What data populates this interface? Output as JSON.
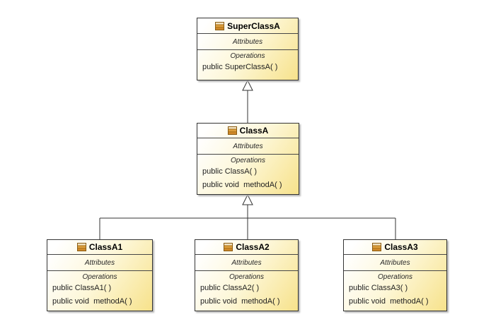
{
  "diagram_type": "uml-class-diagram",
  "classes": [
    {
      "name": "SuperClassA",
      "attributes_label": "Attributes",
      "operations_label": "Operations",
      "attributes": [],
      "operations": [
        "public SuperClassA( )"
      ]
    },
    {
      "name": "ClassA",
      "attributes_label": "Attributes",
      "operations_label": "Operations",
      "attributes": [],
      "operations": [
        "public ClassA( )",
        "public void  methodA( )"
      ]
    },
    {
      "name": "ClassA1",
      "attributes_label": "Attributes",
      "operations_label": "Operations",
      "attributes": [],
      "operations": [
        "public ClassA1( )",
        "public void  methodA( )"
      ]
    },
    {
      "name": "ClassA2",
      "attributes_label": "Attributes",
      "operations_label": "Operations",
      "attributes": [],
      "operations": [
        "public ClassA2( )",
        "public void  methodA( )"
      ]
    },
    {
      "name": "ClassA3",
      "attributes_label": "Attributes",
      "operations_label": "Operations",
      "attributes": [],
      "operations": [
        "public ClassA3( )",
        "public void  methodA( )"
      ]
    }
  ],
  "relations": [
    {
      "type": "generalization",
      "from": "ClassA",
      "to": "SuperClassA"
    },
    {
      "type": "generalization",
      "from": "ClassA1",
      "to": "ClassA"
    },
    {
      "type": "generalization",
      "from": "ClassA2",
      "to": "ClassA"
    },
    {
      "type": "generalization",
      "from": "ClassA3",
      "to": "ClassA"
    }
  ],
  "colors": {
    "background": "#ffffff",
    "box_fill_top": "#ffffff",
    "box_fill_bottom": "#f7e28b",
    "box_border": "#343434",
    "box_shadow": "#b5b5b5",
    "connector_line": "#333333",
    "arrowhead_fill": "#ffffff",
    "icon_border": "#8a5c14",
    "icon_top_stripe": "#f2e3c2",
    "icon_mid_stripe": "#dd9f3e",
    "icon_bottom_stripe": "#d0892a"
  }
}
